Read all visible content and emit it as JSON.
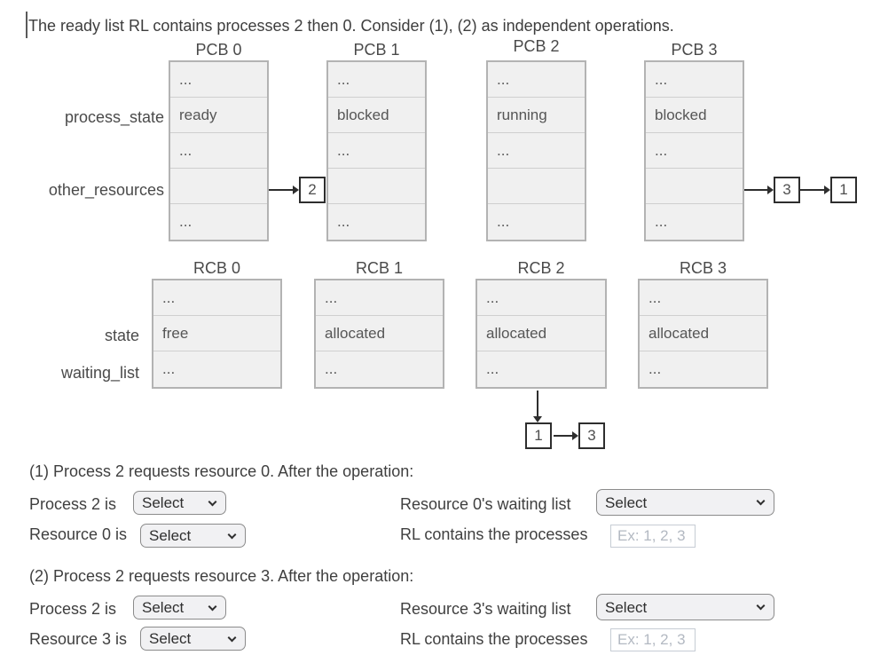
{
  "header": {
    "prompt": "The ready list RL contains processes 2 then 0. Consider (1), (2) as independent operations."
  },
  "pcb_section": {
    "labels": {
      "process_state": "process_state",
      "other_resources": "other_resources"
    },
    "tables": [
      {
        "title": "PCB 0",
        "rows": [
          "...",
          "ready",
          "...",
          "",
          "..."
        ],
        "links": [
          "2"
        ]
      },
      {
        "title": "PCB 1",
        "rows": [
          "...",
          "blocked",
          "...",
          "",
          "..."
        ]
      },
      {
        "title": "PCB 2",
        "rows": [
          "...",
          "running",
          "...",
          "",
          "..."
        ]
      },
      {
        "title": "PCB 3",
        "rows": [
          "...",
          "blocked",
          "...",
          "",
          "..."
        ],
        "links": [
          "3",
          "1"
        ]
      }
    ]
  },
  "rcb_section": {
    "labels": {
      "state": "state",
      "waiting_list": "waiting_list"
    },
    "tables": [
      {
        "title": "RCB 0",
        "rows": [
          "...",
          "free",
          "..."
        ]
      },
      {
        "title": "RCB 1",
        "rows": [
          "...",
          "allocated",
          "..."
        ]
      },
      {
        "title": "RCB 2",
        "rows": [
          "...",
          "allocated",
          "..."
        ],
        "waiting_chain": [
          "1",
          "3"
        ]
      },
      {
        "title": "RCB 3",
        "rows": [
          "...",
          "allocated",
          "..."
        ]
      }
    ]
  },
  "questions": [
    {
      "heading": "(1) Process 2 requests resource 0. After the operation:",
      "process_is": {
        "label": "Process 2 is",
        "value": "Select"
      },
      "resource_is": {
        "label": "Resource 0 is",
        "value": "Select"
      },
      "waiting_list": {
        "label": "Resource 0's waiting list",
        "value": "Select"
      },
      "rl": {
        "label": "RL contains the processes",
        "placeholder": "Ex: 1, 2, 3"
      }
    },
    {
      "heading": "(2) Process 2 requests resource 3. After the operation:",
      "process_is": {
        "label": "Process 2 is",
        "value": "Select"
      },
      "resource_is": {
        "label": "Resource 3 is",
        "value": "Select"
      },
      "waiting_list": {
        "label": "Resource 3's waiting list",
        "value": "Select"
      },
      "rl": {
        "label": "RL contains the processes",
        "placeholder": "Ex: 1, 2, 3"
      }
    }
  ]
}
